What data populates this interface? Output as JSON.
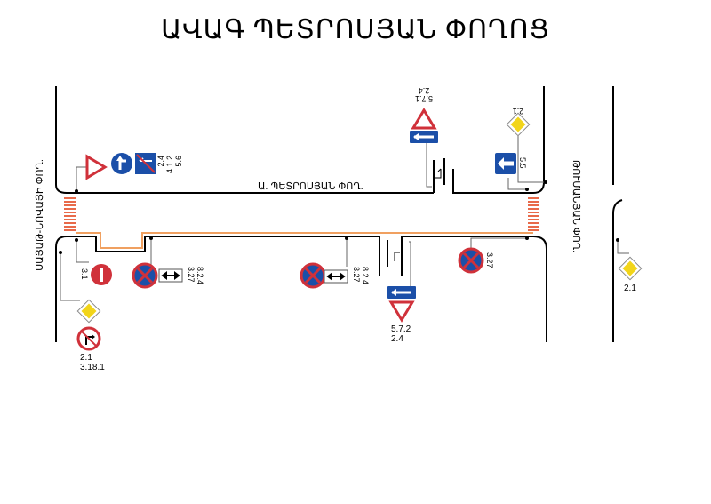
{
  "title": "ԱՎԱԳ ՊԵՏՐՈՍՅԱՆ ՓՈՂՈՑ",
  "streets": {
    "main": "Ա. ՊԵՏՐՈՍՅԱՆ ՓՈՂ.",
    "left": "ՍԱՅԱԹ-ՆՈՎԱՅԻ ՓՈՂ.",
    "right": "ԹՈՒՄԱՆՅԱՆ ՓՈՂ."
  },
  "sign_labels": {
    "top_left": [
      "2.4",
      "4.1.2",
      "5.6"
    ],
    "no_entry": "3.1",
    "left_bottom": [
      "2.1",
      "3.18.1"
    ],
    "parking1": [
      "3.27",
      "8.2.4"
    ],
    "parking2": [
      "3.27",
      "8.2.4"
    ],
    "mid_top": [
      "5.7.1",
      "2.4"
    ],
    "mid_bottom": [
      "5.7.2",
      "2.4"
    ],
    "right_top_priority": "2.1",
    "right_top_lane": "5.5",
    "right_parking": "3.27",
    "far_right_priority": "2.1"
  },
  "colors": {
    "red": "#d0313a",
    "blue": "#1b4fa8",
    "yellow": "#f2d51a",
    "orange": "#f0a060"
  }
}
